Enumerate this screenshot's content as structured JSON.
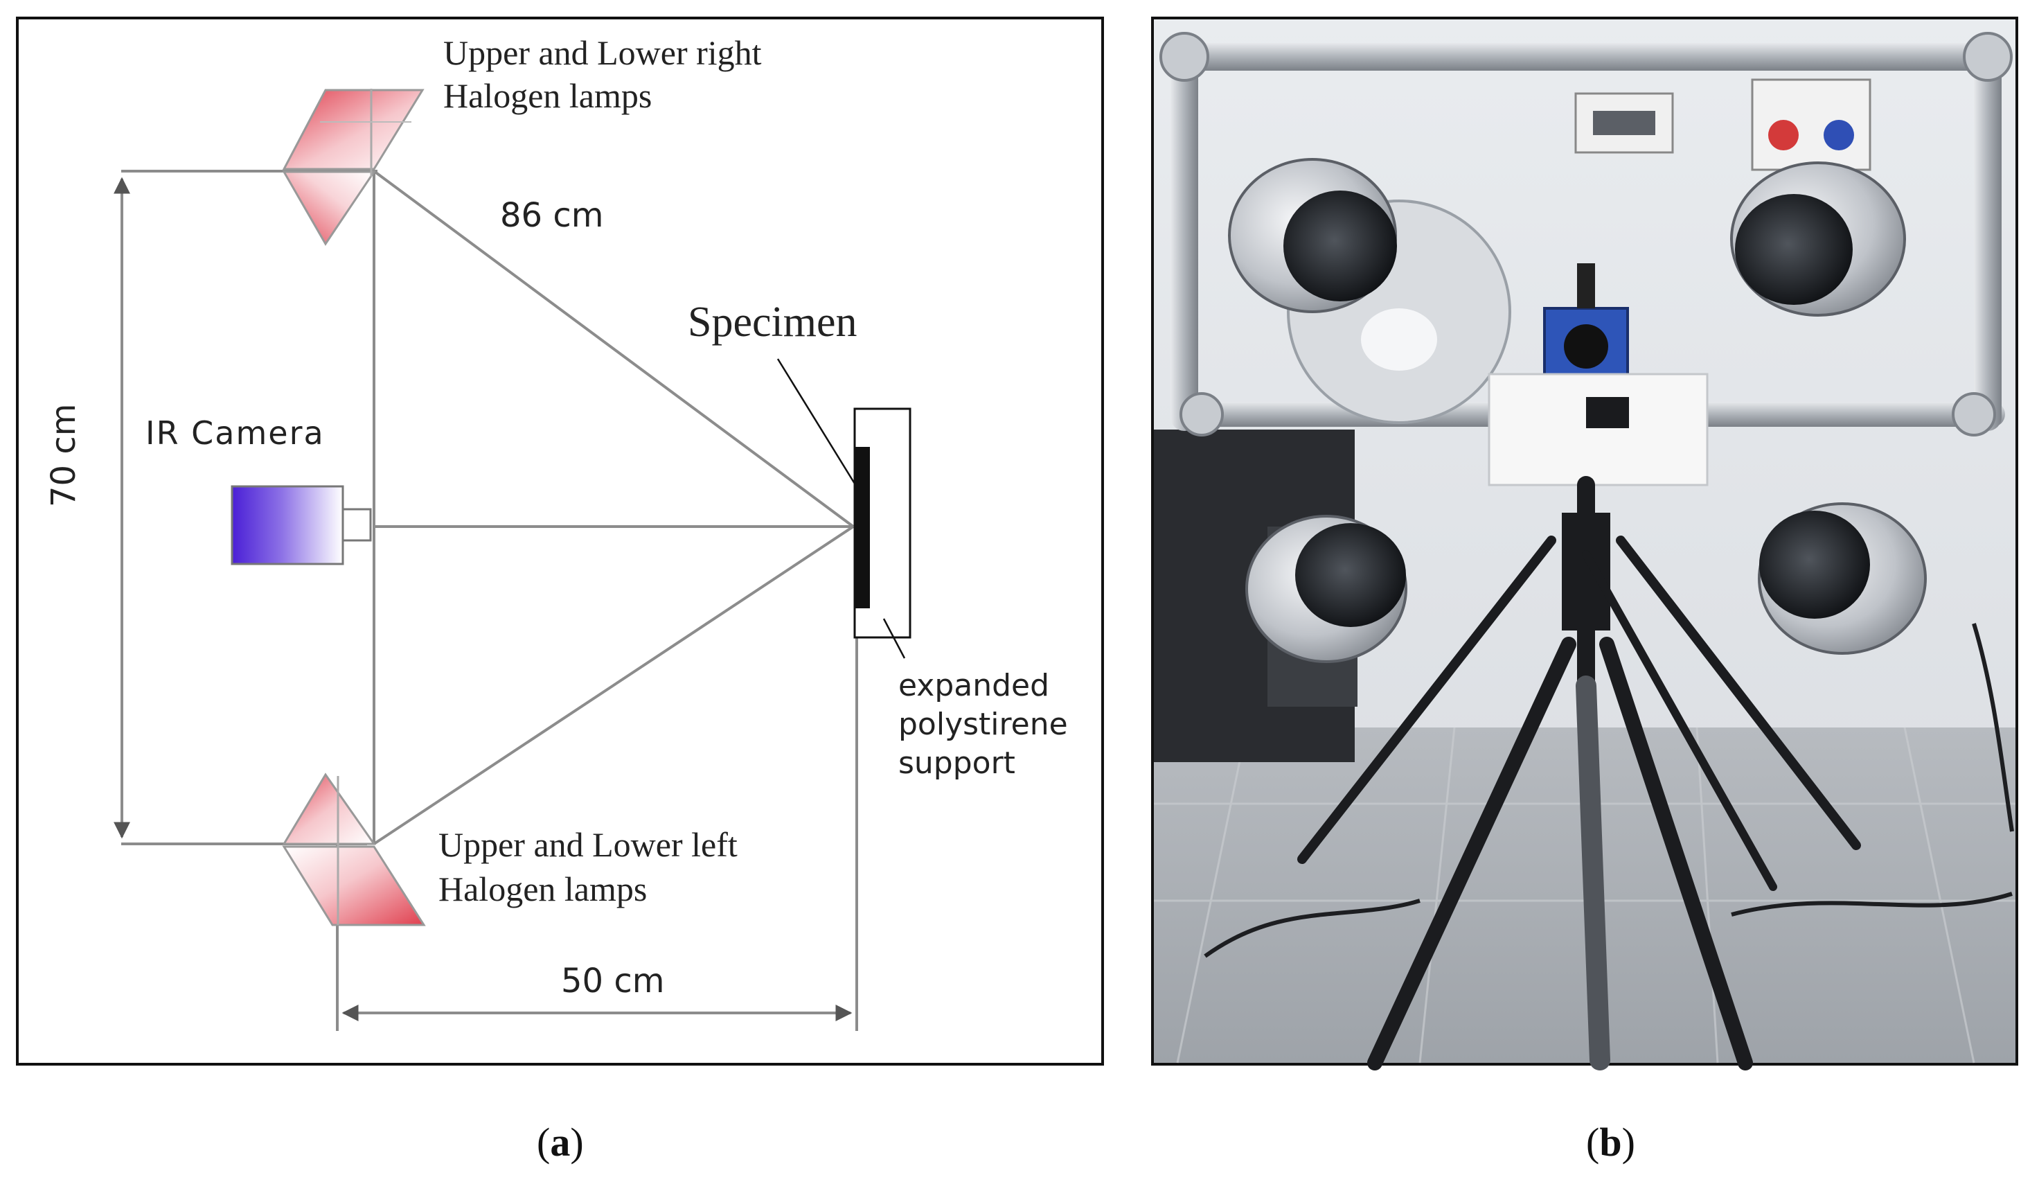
{
  "panel_a": {
    "upper_lamps_label_line1": "Upper and Lower right",
    "upper_lamps_label_line2": "Halogen lamps",
    "lower_lamps_label_line1": "Upper and Lower left",
    "lower_lamps_label_line2": "Halogen lamps",
    "camera_label": "IR Camera",
    "specimen_label": "Specimen",
    "support_label_line1": "expanded",
    "support_label_line2": "polystirene",
    "support_label_line3": "support",
    "dim_diagonal": "86 cm",
    "dim_vertical": "70 cm",
    "dim_horizontal": "50 cm",
    "colors": {
      "lamp_red": "#e0404f",
      "camera_blue": "#4a1fd6",
      "line_gray": "#8c8c8c"
    }
  },
  "panel_b": {
    "photo_description_icon": "photo-lab-setup"
  },
  "captions": {
    "a_open": "(",
    "a_letter": "a",
    "a_close": ")",
    "b_open": "(",
    "b_letter": "b",
    "b_close": ")"
  }
}
